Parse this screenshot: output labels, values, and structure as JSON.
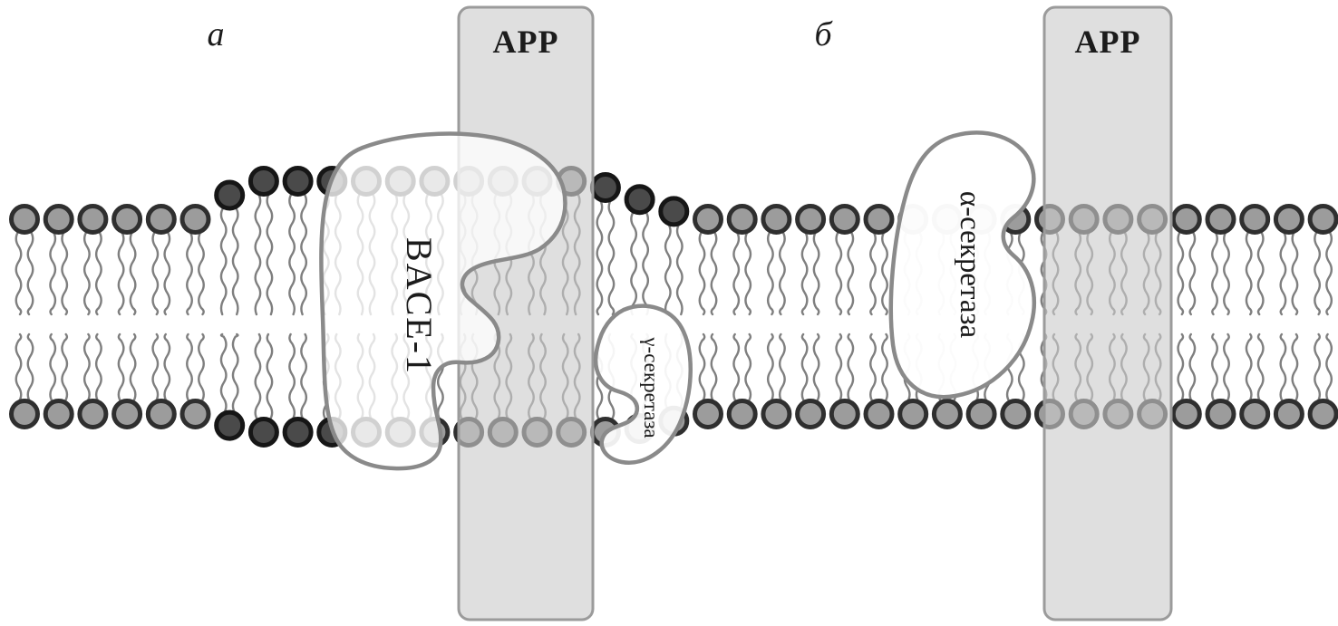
{
  "labels": {
    "panel_a": "а",
    "panel_b": "б",
    "app_a": "APP",
    "app_b": "APP",
    "bace1": "BACE-1",
    "gamma_secretase": "γ-секретаза",
    "alpha_secretase": "α-секретаза"
  },
  "figure": {
    "panels": [
      {
        "label": "а",
        "membrane_protein": "APP",
        "enzymes": [
          "BACE-1",
          "γ-секретаза"
        ]
      },
      {
        "label": "б",
        "membrane_protein": "APP",
        "enzymes": [
          "α-секретаза"
        ]
      }
    ]
  },
  "colors": {
    "head_fill": "#9c9c9c",
    "head_outline": "#2f2f2f",
    "head_dark_fill": "#4a4a4a",
    "head_dark_outline": "#161616",
    "tail": "#7f7f7f",
    "app_fill": "rgba(203,203,203,0.62)",
    "app_stroke": "#9b9b9b",
    "blob_stroke": "#8a8a8a",
    "bace_fill": "rgba(255,255,255,0.78)",
    "gamma_fill": "rgba(255,255,255,0.92)",
    "alpha_fill": "rgba(255,255,255,0.97)",
    "text": "#1c1c1c"
  }
}
